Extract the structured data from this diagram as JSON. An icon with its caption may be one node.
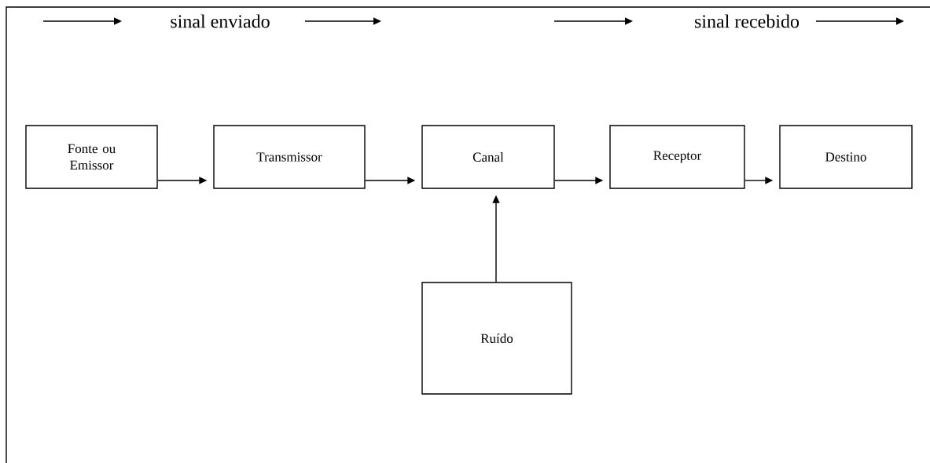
{
  "diagram": {
    "nodes": [
      {
        "text": [
          "Fonte ou Emissor"
        ]
      },
      {
        "text": [
          "Transmissor"
        ]
      },
      {
        "text": [
          "Canal"
        ]
      },
      {
        "text": [
          "Receptor"
        ]
      },
      {
        "text": [
          "Destino"
        ]
      },
      {
        "text": [
          "Ruído"
        ]
      }
    ],
    "edges": [
      {
        "from": 0,
        "to": 1,
        "arrow": "to"
      },
      {
        "from": 1,
        "to": 2,
        "arrow": "to"
      },
      {
        "from": 2,
        "to": 3,
        "arrow": "to"
      },
      {
        "from": 3,
        "to": 4,
        "arrow": "to"
      },
      {
        "from": 5,
        "to": 2,
        "arrow": "to"
      }
    ],
    "labels": [
      "sinal enviado",
      "sinal recebido"
    ]
  }
}
